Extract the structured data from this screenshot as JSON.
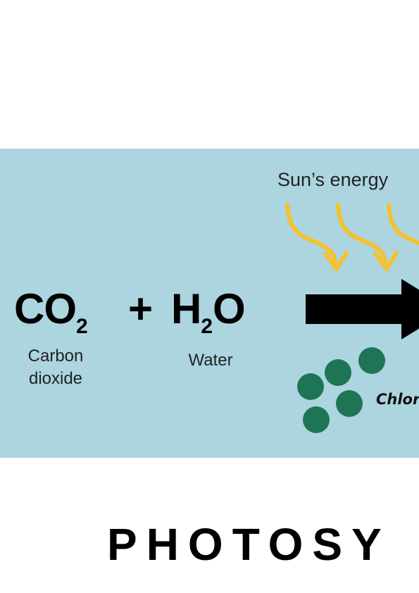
{
  "reaction": {
    "co2": {
      "symbol": "CO",
      "subscript": "2",
      "name_line1": "Carbon",
      "name_line2": "dioxide"
    },
    "plus": "+",
    "h2o": {
      "symbol_h": "H",
      "subscript": "2",
      "symbol_o": "O",
      "name": "Water"
    },
    "energy_label": "Sun’s energy",
    "chlorophyll_label": "Chlor"
  },
  "title": "PHOTOSY",
  "colors": {
    "panel_background": "#acd5e0",
    "sun_arrows": "#f6c12a",
    "chloroplasts": "#1e7556",
    "reaction_arrow": "#000000"
  },
  "icons": [
    "sun-ray-arrow-icon",
    "reaction-arrow-icon",
    "chloroplast-icon"
  ]
}
